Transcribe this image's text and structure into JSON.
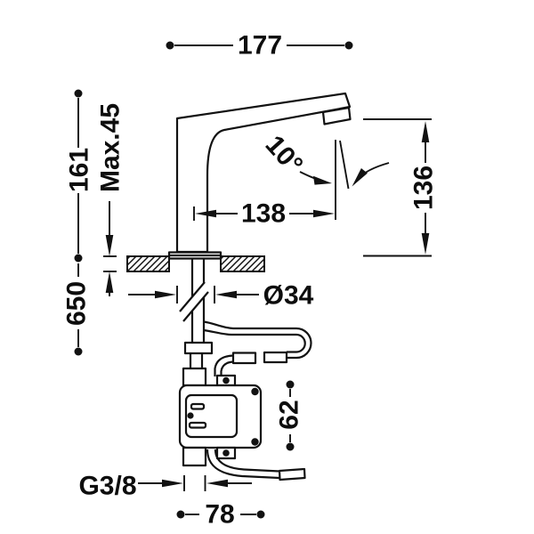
{
  "diagram": {
    "labels": {
      "spout_width": "177",
      "height_above_deck": "161",
      "max_deck_thickness": "Max.45",
      "hose_length": "650",
      "outlet_height": "136",
      "reach": "138",
      "spray_angle": "10°",
      "body_diameter": "Ø34",
      "box_height": "62",
      "thread": "G3/8",
      "box_width": "78"
    },
    "colors": {
      "line": "#121212",
      "text": "#0d0d0d",
      "background": "#ffffff"
    }
  }
}
